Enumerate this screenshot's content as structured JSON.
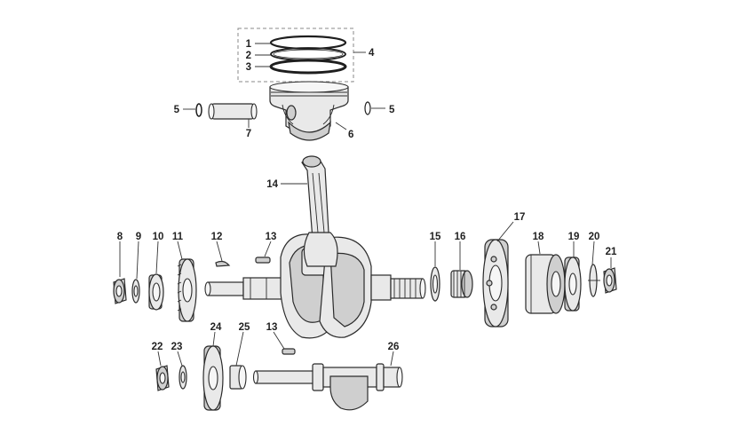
{
  "diagram": {
    "callouts": {
      "c1": "1",
      "c2": "2",
      "c3": "3",
      "c4": "4",
      "c5a": "5",
      "c5b": "5",
      "c6": "6",
      "c7": "7",
      "c8": "8",
      "c9": "9",
      "c10": "10",
      "c11": "11",
      "c12": "12",
      "c13a": "13",
      "c13b": "13",
      "c14": "14",
      "c15": "15",
      "c16": "16",
      "c17": "17",
      "c18": "18",
      "c19": "19",
      "c20": "20",
      "c21": "21",
      "c22": "22",
      "c23": "23",
      "c24": "24",
      "c25": "25",
      "c26": "26"
    },
    "colors": {
      "outline": "#2b2b2b",
      "fill": "#e9e9e9",
      "shade": "#cfcfcf",
      "background": "#ffffff"
    }
  }
}
